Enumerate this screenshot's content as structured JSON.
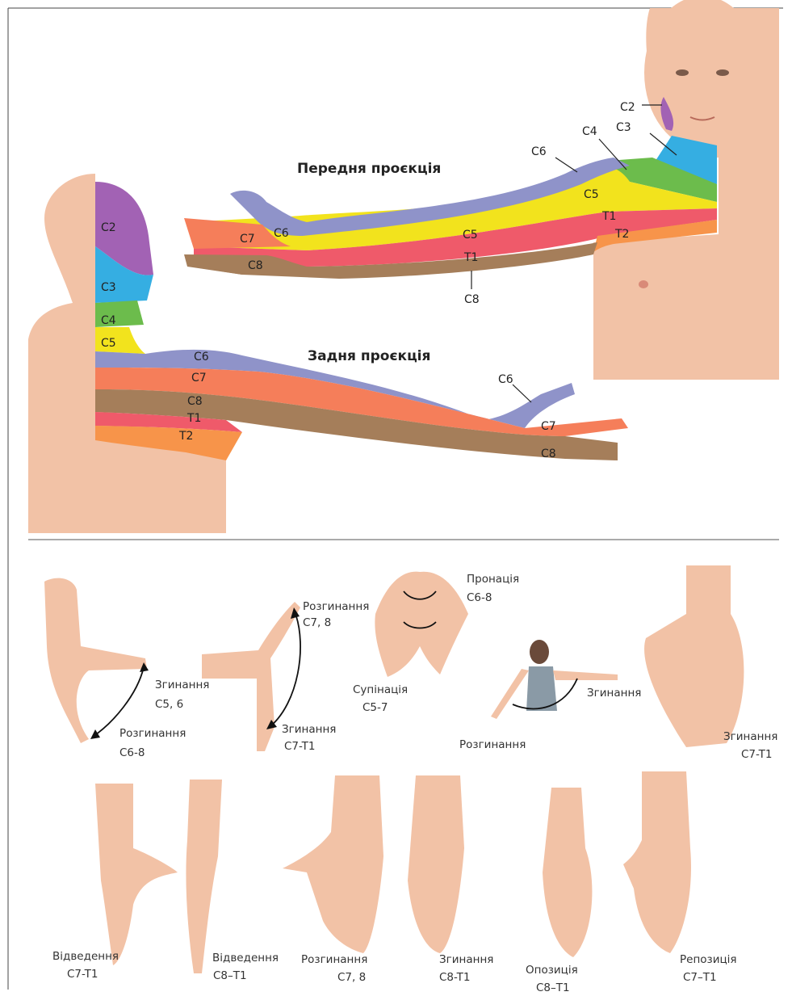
{
  "headings": {
    "front": "Передня проєкція",
    "back": "Задня проєкція"
  },
  "front_labels": {
    "c2": "C2",
    "c3": "C3",
    "c4": "C4",
    "c6_shoulder": "C6",
    "c5_shoulder": "C5",
    "t1_shoulder": "T1",
    "t2": "T2",
    "c6_thumb": "C6",
    "c7": "C7",
    "c8_hand": "C8",
    "c5_arm": "C5",
    "t1_arm": "T1",
    "c8_arm": "C8"
  },
  "back_labels": {
    "c2": "C2",
    "c3": "C3",
    "c4": "C4",
    "c5": "C5",
    "c6": "C6",
    "c7": "C7",
    "c8": "C8",
    "t1": "T1",
    "t2": "T2",
    "c6_hand": "C6",
    "c7_hand": "C7",
    "c8_hand": "C8"
  },
  "movements": {
    "elbow_flex": [
      "Згинання",
      "C5, 6"
    ],
    "elbow_ext": [
      "Розгинання",
      "C6-8"
    ],
    "wrist_ext": [
      "Розгинання",
      "C7, 8"
    ],
    "wrist_flex": [
      "Згинання",
      "C7-T1"
    ],
    "pronation": [
      "Пронація",
      "C6-8"
    ],
    "supination": [
      "Супінація",
      "C5-7"
    ],
    "shoulder_flex": [
      "Згинання"
    ],
    "shoulder_ext": [
      "Розгинання"
    ],
    "finger_flex": [
      "Згинання",
      "C7-T1"
    ],
    "abduction1": [
      "Відведення",
      "C7-T1"
    ],
    "abduction2": [
      "Відведення",
      "C8–T1"
    ],
    "finger_ext": [
      "Розгинання",
      "C7, 8"
    ],
    "finger_flex2": [
      "Згинання",
      "C8-T1"
    ],
    "opposition": [
      "Опозиція",
      "C8–T1"
    ],
    "reposition": [
      "Репозиція",
      "C7–T1"
    ]
  },
  "colors": {
    "C2": "#a262b4",
    "C3": "#35aee2",
    "C4": "#6cbc4c",
    "C5": "#f2e31d",
    "C6": "#8f93c9",
    "C7": "#f57e5a",
    "C8": "#a57e5a",
    "T1": "#ef5a6a",
    "T2": "#f7944a",
    "skin": "#f2c2a6"
  }
}
